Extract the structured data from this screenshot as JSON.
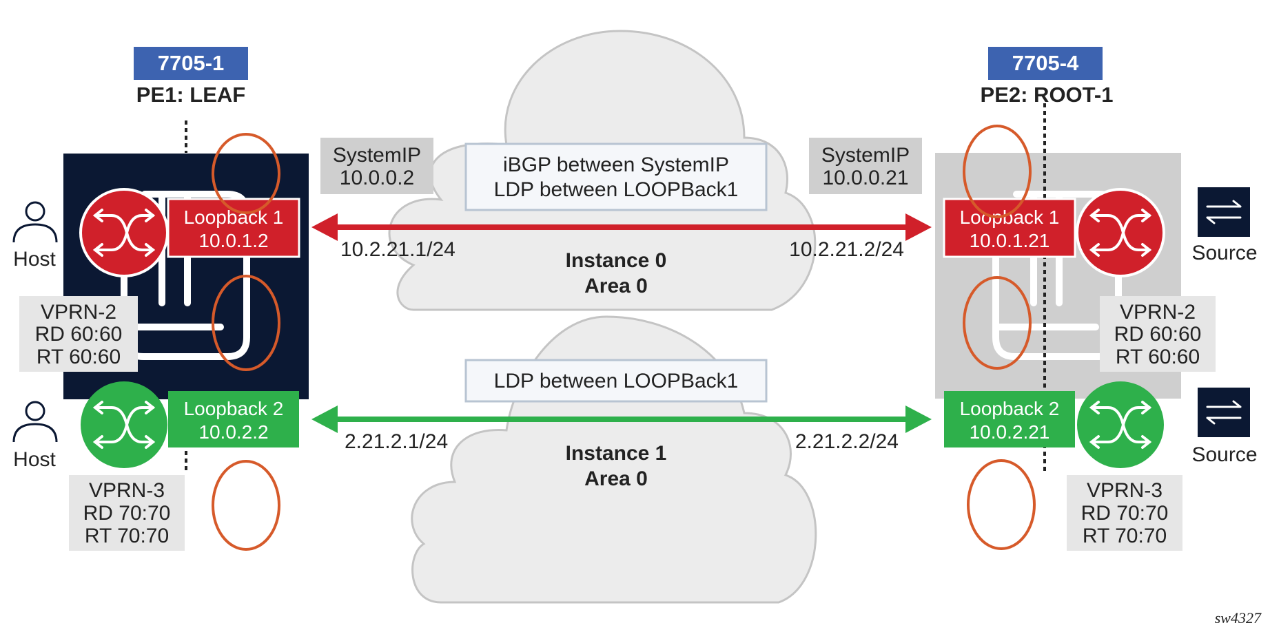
{
  "colors": {
    "node_blue": "#3d63b0",
    "pe1_dark": "#0b1833",
    "pe2_gray": "#cfcfcf",
    "red": "#d0202a",
    "green": "#2eb04b",
    "ring": "#d65a2a",
    "cloud_fill": "#ececec",
    "cloud_stroke": "#c4c4c4",
    "gray_box": "#e6e6e6",
    "sysip_box": "#cfcfcf"
  },
  "pe1": {
    "node_id": "7705-1",
    "role": "PE1: LEAF",
    "system_ip": {
      "label": "SystemIP",
      "value": "10.0.0.2"
    },
    "loopback1": {
      "label": "Loopback 1",
      "ip": "10.0.1.2"
    },
    "loopback2": {
      "label": "Loopback 2",
      "ip": "10.0.2.2"
    },
    "vprn2": [
      "VPRN-2",
      "RD 60:60",
      "RT 60:60"
    ],
    "vprn3": [
      "VPRN-3",
      "RD 70:70",
      "RT 70:70"
    ],
    "hosts": [
      "Host",
      "Host"
    ]
  },
  "pe2": {
    "node_id": "7705-4",
    "role": "PE2: ROOT-1",
    "system_ip": {
      "label": "SystemIP",
      "value": "10.0.0.21"
    },
    "loopback1": {
      "label": "Loopback 1",
      "ip": "10.0.1.21"
    },
    "loopback2": {
      "label": "Loopback 2",
      "ip": "10.0.2.21"
    },
    "vprn2": [
      "VPRN-2",
      "RD 60:60",
      "RT 60:60"
    ],
    "vprn3": [
      "VPRN-3",
      "RD 70:70",
      "RT 70:70"
    ],
    "sources": [
      "Source",
      "Source"
    ]
  },
  "cloud_top": {
    "info_lines": [
      "iBGP between SystemIP",
      "LDP between LOOPBack1"
    ],
    "instance": "Instance 0",
    "area": "Area 0",
    "left_ip": "10.2.21.1/24",
    "right_ip": "10.2.21.2/24"
  },
  "cloud_bottom": {
    "info_lines": [
      "LDP between LOOPBack1"
    ],
    "instance": "Instance 1",
    "area": "Area 0",
    "left_ip": "2.21.2.1/24",
    "right_ip": "2.21.2.2/24"
  },
  "figure_id": "sw4327",
  "icons": {
    "router": "router-icon",
    "host": "host-icon",
    "source": "source-icon"
  }
}
